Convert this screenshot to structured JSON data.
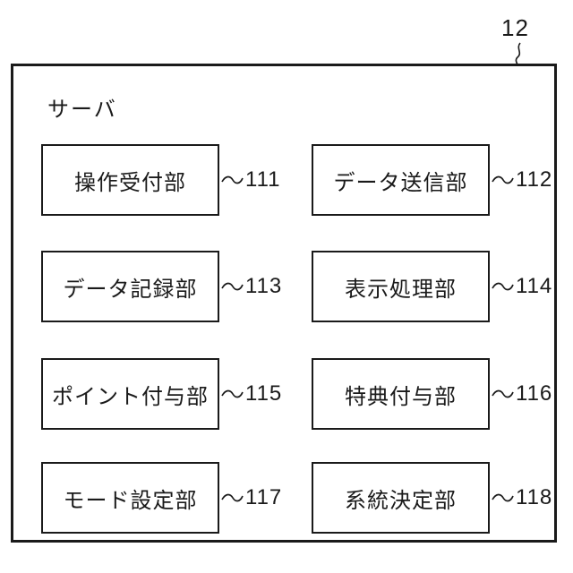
{
  "figure": {
    "outer_ref": "12",
    "container_label": "サーバ",
    "blocks": [
      {
        "label": "操作受付部",
        "ref": "111"
      },
      {
        "label": "データ送信部",
        "ref": "112"
      },
      {
        "label": "データ記録部",
        "ref": "113"
      },
      {
        "label": "表示処理部",
        "ref": "114"
      },
      {
        "label": "ポイント付与部",
        "ref": "115"
      },
      {
        "label": "特典付与部",
        "ref": "116"
      },
      {
        "label": "モード設定部",
        "ref": "117"
      },
      {
        "label": "系統決定部",
        "ref": "118"
      }
    ],
    "colors": {
      "line": "#1a1a1a",
      "background": "#ffffff"
    }
  }
}
